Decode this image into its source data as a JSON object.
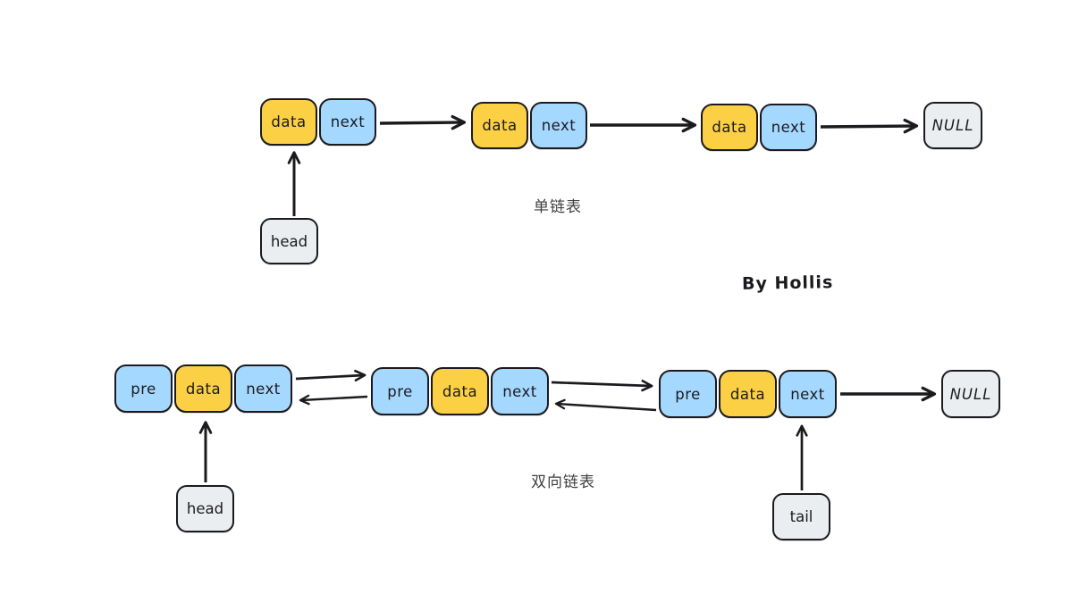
{
  "credit": "By Hollis",
  "singly": {
    "caption": "单链表",
    "head_label": "head",
    "null_label": "NULL",
    "nodes": [
      {
        "data": "data",
        "next": "next"
      },
      {
        "data": "data",
        "next": "next"
      },
      {
        "data": "data",
        "next": "next"
      }
    ]
  },
  "doubly": {
    "caption": "双向链表",
    "head_label": "head",
    "tail_label": "tail",
    "null_label": "NULL",
    "nodes": [
      {
        "pre": "pre",
        "data": "data",
        "next": "next"
      },
      {
        "pre": "pre",
        "data": "data",
        "next": "next"
      },
      {
        "pre": "pre",
        "data": "data",
        "next": "next"
      }
    ]
  },
  "colors": {
    "data_fill": "#FCD045",
    "pointer_fill": "#A5D8FF",
    "terminal_fill": "#EBEEF1",
    "stroke": "#1B1B1F",
    "caption_text": "#3F3F3F",
    "background": "#FFFFFF"
  }
}
